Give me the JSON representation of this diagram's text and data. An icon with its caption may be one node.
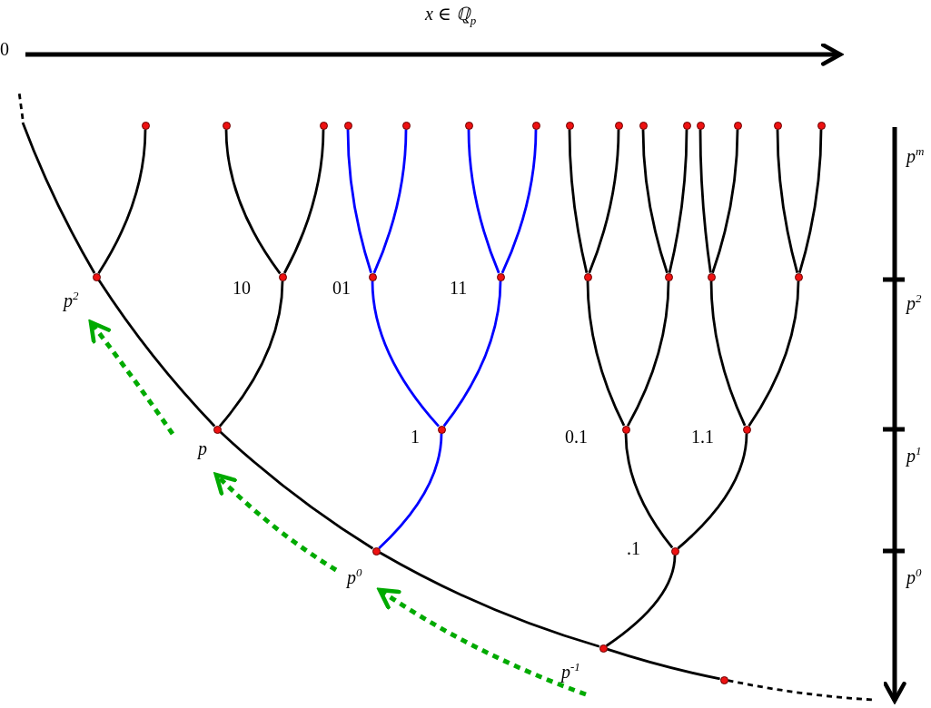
{
  "diagram": {
    "nodes": [
      {
        "text": [],
        "shape": "circle"
      },
      {
        "text": [],
        "shape": "circle"
      },
      {
        "text": [],
        "shape": "circle"
      },
      {
        "text": [],
        "shape": "circle"
      },
      {
        "text": [],
        "shape": "circle"
      },
      {
        "text": [],
        "shape": "circle"
      },
      {
        "text": [],
        "shape": "circle"
      },
      {
        "text": [],
        "shape": "circle"
      },
      {
        "text": [],
        "shape": "circle"
      },
      {
        "text": [],
        "shape": "circle"
      },
      {
        "text": [],
        "shape": "circle"
      },
      {
        "text": [],
        "shape": "circle"
      },
      {
        "text": [],
        "shape": "circle"
      },
      {
        "text": [],
        "shape": "circle"
      },
      {
        "text": [],
        "shape": "circle"
      },
      {
        "text": [],
        "shape": "circle",
        "beside": [
          "p$^{2}$"
        ]
      },
      {
        "text": [],
        "shape": "circle",
        "beside": [
          "10"
        ]
      },
      {
        "text": [],
        "shape": "circle",
        "beside": [
          "01"
        ]
      },
      {
        "text": [],
        "shape": "circle",
        "beside": [
          "11"
        ]
      },
      {
        "text": [],
        "shape": "circle"
      },
      {
        "text": [],
        "shape": "circle"
      },
      {
        "text": [],
        "shape": "circle"
      },
      {
        "text": [],
        "shape": "circle"
      },
      {
        "text": [],
        "shape": "circle",
        "beside": [
          "p"
        ]
      },
      {
        "text": [],
        "shape": "circle",
        "beside": [
          "1"
        ]
      },
      {
        "text": [],
        "shape": "circle",
        "beside": [
          "0.1"
        ]
      },
      {
        "text": [],
        "shape": "circle",
        "beside": [
          "1.1"
        ]
      },
      {
        "text": [],
        "shape": "circle",
        "beside": [
          "p$^{0}$"
        ]
      },
      {
        "text": [],
        "shape": "circle",
        "beside": [
          ".1"
        ]
      },
      {
        "text": [],
        "shape": "circle",
        "beside": [
          "p$^{-1}$"
        ]
      },
      {
        "text": [],
        "shape": "circle"
      }
    ],
    "edges": [
      {
        "from": null,
        "to": 15,
        "arrow": "none"
      },
      {
        "from": 15,
        "to": 0,
        "arrow": "none"
      },
      {
        "from": 16,
        "to": 1,
        "arrow": "none"
      },
      {
        "from": 16,
        "to": 2,
        "arrow": "none"
      },
      {
        "from": 17,
        "to": 3,
        "arrow": "none",
        "color": "#0000ff"
      },
      {
        "from": 17,
        "to": 4,
        "arrow": "none",
        "color": "#0000ff"
      },
      {
        "from": 18,
        "to": 5,
        "arrow": "none",
        "color": "#0000ff"
      },
      {
        "from": 18,
        "to": 6,
        "arrow": "none",
        "color": "#0000ff"
      },
      {
        "from": 19,
        "to": 7,
        "arrow": "none"
      },
      {
        "from": 19,
        "to": 8,
        "arrow": "none"
      },
      {
        "from": 20,
        "to": 9,
        "arrow": "none"
      },
      {
        "from": 20,
        "to": 10,
        "arrow": "none"
      },
      {
        "from": 21,
        "to": 11,
        "arrow": "none"
      },
      {
        "from": 21,
        "to": 12,
        "arrow": "none"
      },
      {
        "from": 22,
        "to": 13,
        "arrow": "none"
      },
      {
        "from": 22,
        "to": 14,
        "arrow": "none"
      },
      {
        "from": 23,
        "to": 15,
        "arrow": "none"
      },
      {
        "from": 23,
        "to": 16,
        "arrow": "none"
      },
      {
        "from": 24,
        "to": 17,
        "arrow": "none",
        "color": "#0000ff"
      },
      {
        "from": 24,
        "to": 18,
        "arrow": "none",
        "color": "#0000ff"
      },
      {
        "from": 25,
        "to": 19,
        "arrow": "none"
      },
      {
        "from": 25,
        "to": 20,
        "arrow": "none"
      },
      {
        "from": 26,
        "to": 21,
        "arrow": "none"
      },
      {
        "from": 26,
        "to": 22,
        "arrow": "none"
      },
      {
        "from": 27,
        "to": 23,
        "arrow": "none"
      },
      {
        "from": 27,
        "to": 24,
        "arrow": "none",
        "color": "#0000ff"
      },
      {
        "from": 28,
        "to": 25,
        "arrow": "none"
      },
      {
        "from": 28,
        "to": 26,
        "arrow": "none"
      },
      {
        "from": 29,
        "to": 27,
        "arrow": "none"
      },
      {
        "from": 29,
        "to": 28,
        "arrow": "none"
      },
      {
        "from": 30,
        "to": 29,
        "arrow": "none"
      },
      {
        "from": 30,
        "to": null,
        "arrow": "none",
        "style": "dashed"
      }
    ],
    "labels": [
      "x ∈ ℚ$_{p}$",
      "0",
      "p$^{m}$",
      "p$^{2}$",
      "p$^{1}$",
      "p$^{0}$"
    ]
  }
}
